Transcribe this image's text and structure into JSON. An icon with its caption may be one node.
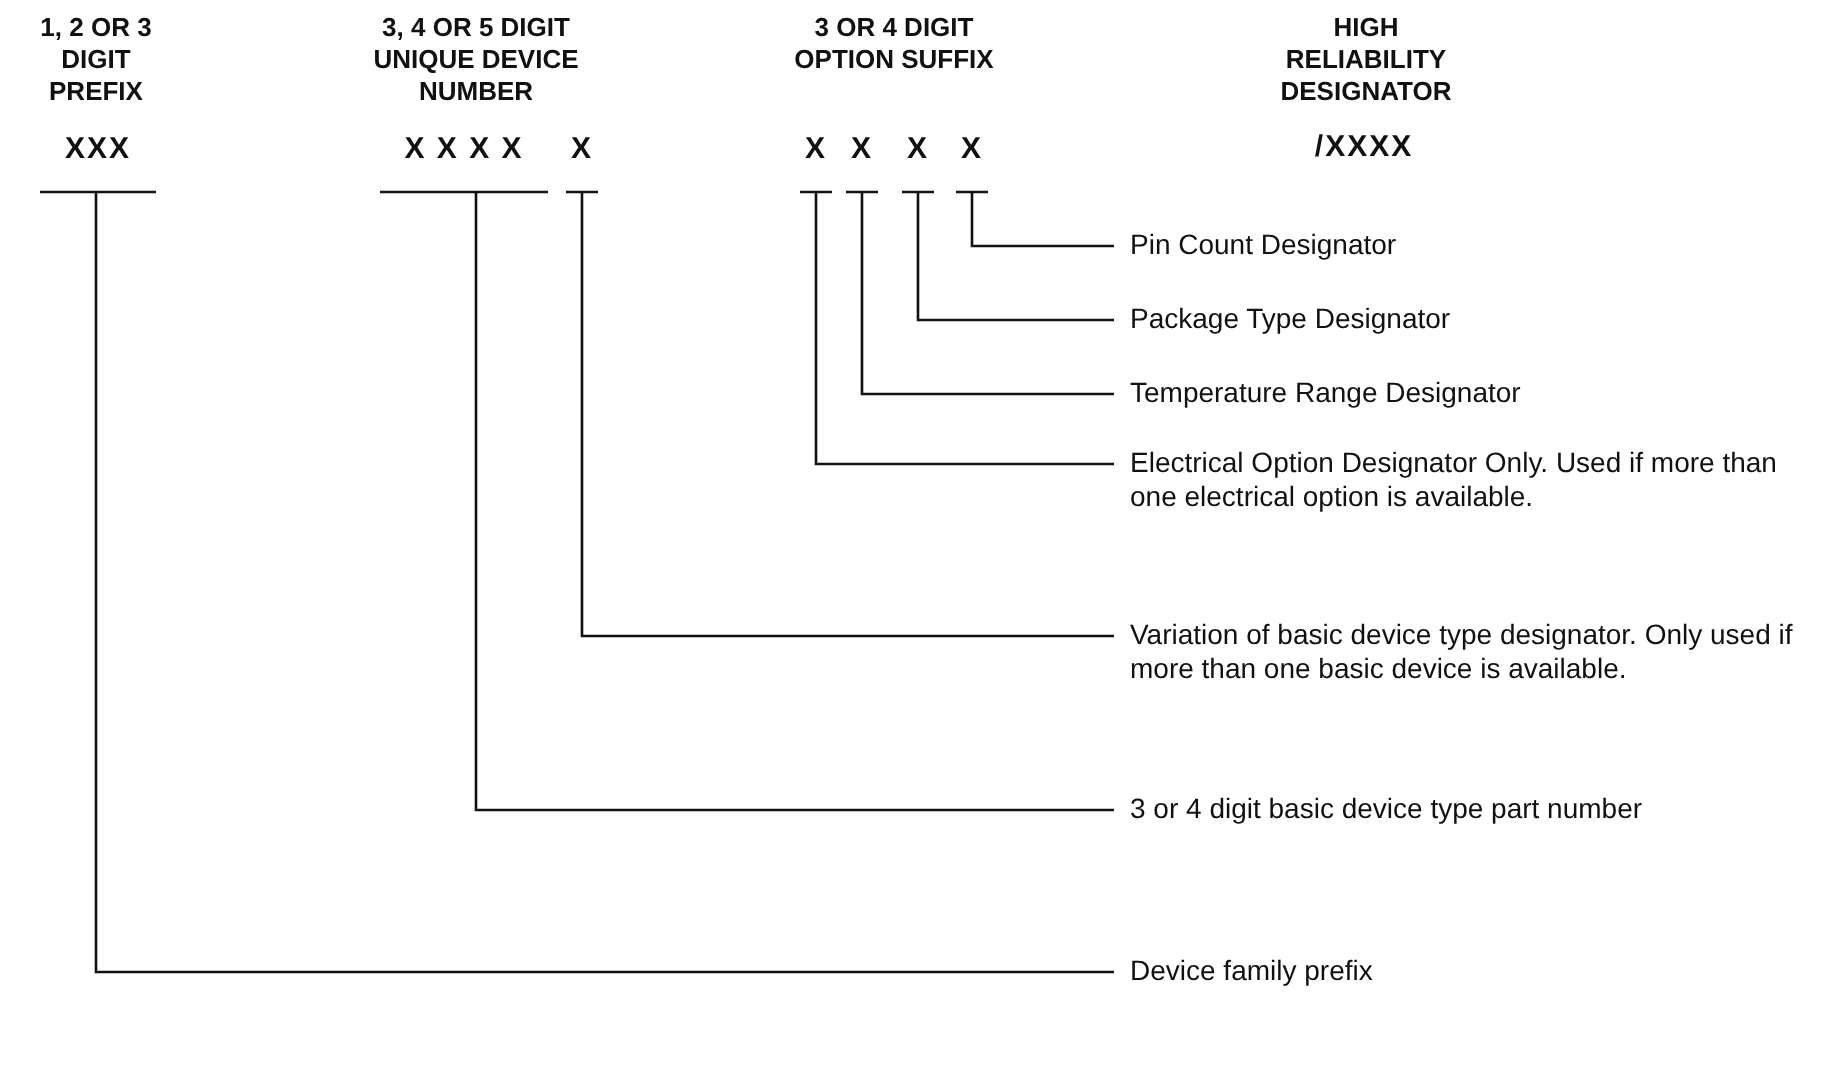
{
  "diagram": {
    "nodes": [
      {
        "text": [
          "XXX"
        ]
      },
      {
        "text": [
          "X X X X"
        ]
      },
      {
        "text": [
          "X"
        ]
      },
      {
        "text": [
          "X"
        ]
      },
      {
        "text": [
          "X"
        ]
      },
      {
        "text": [
          "X"
        ]
      },
      {
        "text": [
          "X"
        ]
      },
      {
        "text": [
          "Pin Count Designator"
        ]
      },
      {
        "text": [
          "Package Type Designator"
        ]
      },
      {
        "text": [
          "Temperature Range Designator"
        ]
      },
      {
        "text": [
          "Electrical Option Designator Only. Used if more than one electrical option is available."
        ]
      },
      {
        "text": [
          "Variation of basic device type designator. Only used if more than one basic device is available."
        ]
      },
      {
        "text": [
          "3 or 4 digit basic device type part number"
        ]
      },
      {
        "text": [
          "Device family prefix"
        ]
      }
    ],
    "edges": [
      {
        "from": 6,
        "to": 7,
        "arrow": "none"
      },
      {
        "from": 5,
        "to": 8,
        "arrow": "none"
      },
      {
        "from": 4,
        "to": 9,
        "arrow": "none"
      },
      {
        "from": 3,
        "to": 10,
        "arrow": "none"
      },
      {
        "from": 2,
        "to": 11,
        "arrow": "none"
      },
      {
        "from": 1,
        "to": 12,
        "arrow": "none"
      },
      {
        "from": 0,
        "to": 13,
        "arrow": "none"
      }
    ],
    "labels": [
      "1, 2 OR 3 DIGIT PREFIX",
      "3, 4 OR 5 DIGIT UNIQUE DEVICE NUMBER",
      "3 OR 4 DIGIT OPTION SUFFIX",
      "HIGH RELIABILITY DESIGNATOR",
      "/XXXX"
    ]
  }
}
